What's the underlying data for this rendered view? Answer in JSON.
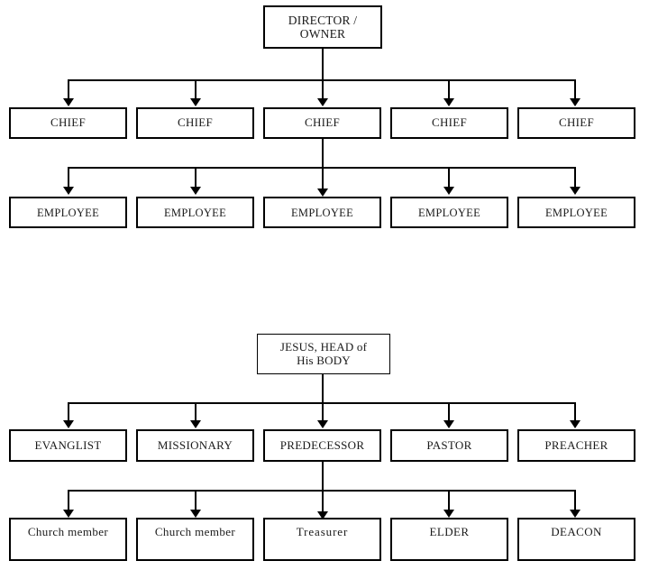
{
  "diagrams": [
    {
      "id": "secular-hierarchy",
      "root": {
        "lines": [
          "DIRECTOR /",
          "OWNER"
        ]
      },
      "middle_row": [
        {
          "label": "CHIEF"
        },
        {
          "label": "CHIEF"
        },
        {
          "label": "CHIEF"
        },
        {
          "label": "CHIEF"
        },
        {
          "label": "CHIEF"
        }
      ],
      "bottom_row": [
        {
          "label": "EMPLOYEE"
        },
        {
          "label": "EMPLOYEE"
        },
        {
          "label": "EMPLOYEE"
        },
        {
          "label": "EMPLOYEE"
        },
        {
          "label": "EMPLOYEE"
        }
      ]
    },
    {
      "id": "church-hierarchy",
      "root": {
        "lines": [
          "JESUS, HEAD of",
          "His BODY"
        ]
      },
      "middle_row": [
        {
          "label": "EVANGLIST"
        },
        {
          "label": "MISSIONARY"
        },
        {
          "label": "PREDECESSOR"
        },
        {
          "label": "PASTOR"
        },
        {
          "label": "PREACHER"
        }
      ],
      "bottom_row": [
        {
          "label": "Church member"
        },
        {
          "label": "Church member"
        },
        {
          "label": "Treasurer"
        },
        {
          "label": "ELDER"
        },
        {
          "label": "DEACON"
        }
      ]
    }
  ],
  "colors": {
    "line": "#000000",
    "box_fill": "#ffffff",
    "text": "#1a1a1a",
    "background": "#ffffff"
  }
}
